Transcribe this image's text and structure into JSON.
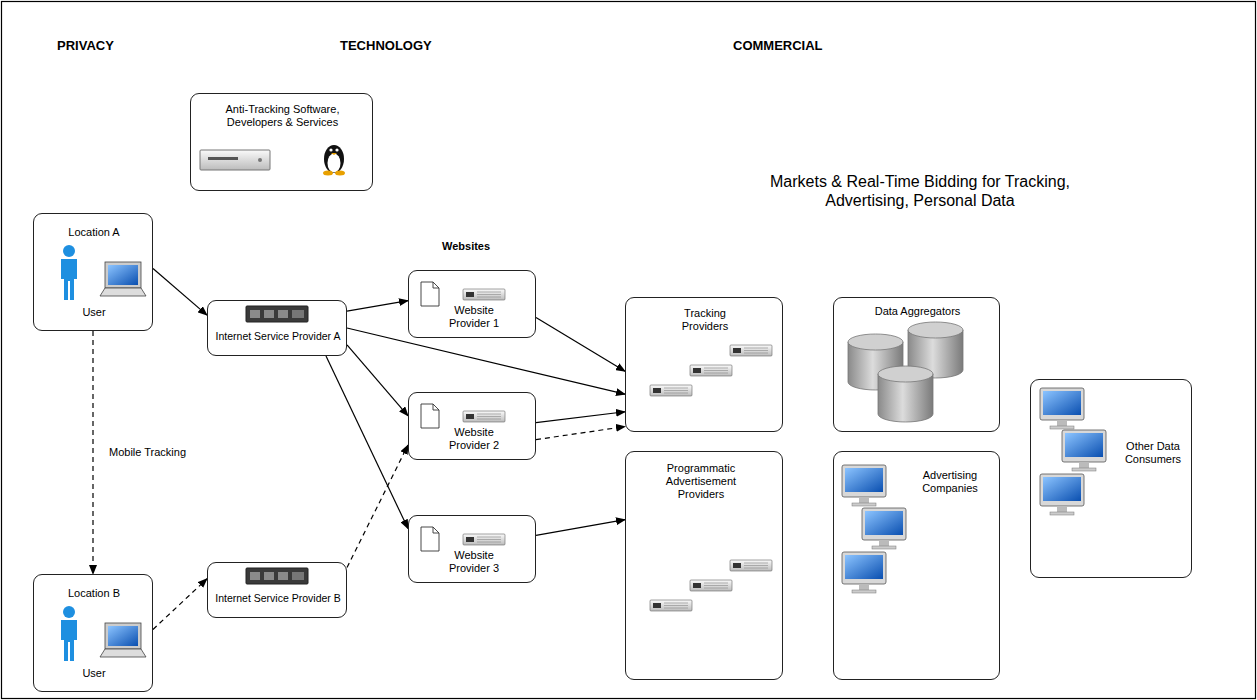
{
  "diagram": {
    "nodes": [
      {
        "text": [
          "Anti-Tracking Software, Developers & Services"
        ]
      },
      {
        "text": [
          "Location A",
          "User"
        ]
      },
      {
        "text": [
          "Location B",
          "User"
        ]
      },
      {
        "text": [
          "Internet Service Provider A"
        ]
      },
      {
        "text": [
          "Internet Service Provider B"
        ]
      },
      {
        "text": [
          "Website Provider 1"
        ]
      },
      {
        "text": [
          "Website Provider 2"
        ]
      },
      {
        "text": [
          "Website Provider 3"
        ]
      },
      {
        "text": [
          "Markets & Real-Time Bidding for Tracking, Advertising, Personal Data"
        ]
      },
      {
        "text": [
          "Tracking Providers"
        ],
        "in": 8
      },
      {
        "text": [
          "Data Aggregators"
        ],
        "in": 8
      },
      {
        "text": [
          "Programmatic Advertisement Providers"
        ],
        "in": 8
      },
      {
        "text": [
          "Advertising Companies"
        ],
        "in": 8
      },
      {
        "text": [
          "Other Data Consumers"
        ],
        "in": 8
      }
    ],
    "edges": [
      {
        "from": 1,
        "to": 3,
        "arrow": "to"
      },
      {
        "from": 1,
        "to": 2,
        "label": "Mobile Tracking",
        "arrow": "to"
      },
      {
        "from": 2,
        "to": 4,
        "arrow": "to"
      },
      {
        "from": 3,
        "to": 5,
        "arrow": "to"
      },
      {
        "from": 3,
        "to": 9,
        "arrow": "to"
      },
      {
        "from": 3,
        "to": 6,
        "arrow": "to"
      },
      {
        "from": 3,
        "to": 7,
        "arrow": "to"
      },
      {
        "from": 4,
        "to": 6,
        "arrow": "to"
      },
      {
        "from": 5,
        "to": 9,
        "arrow": "to"
      },
      {
        "from": 6,
        "to": 9,
        "arrow": "to"
      },
      {
        "from": 6,
        "to": 9,
        "arrow": "to"
      },
      {
        "from": 7,
        "to": 11,
        "arrow": "to"
      }
    ],
    "labels": [
      "PRIVACY",
      "TECHNOLOGY",
      "COMMERCIAL",
      "Websites"
    ]
  }
}
